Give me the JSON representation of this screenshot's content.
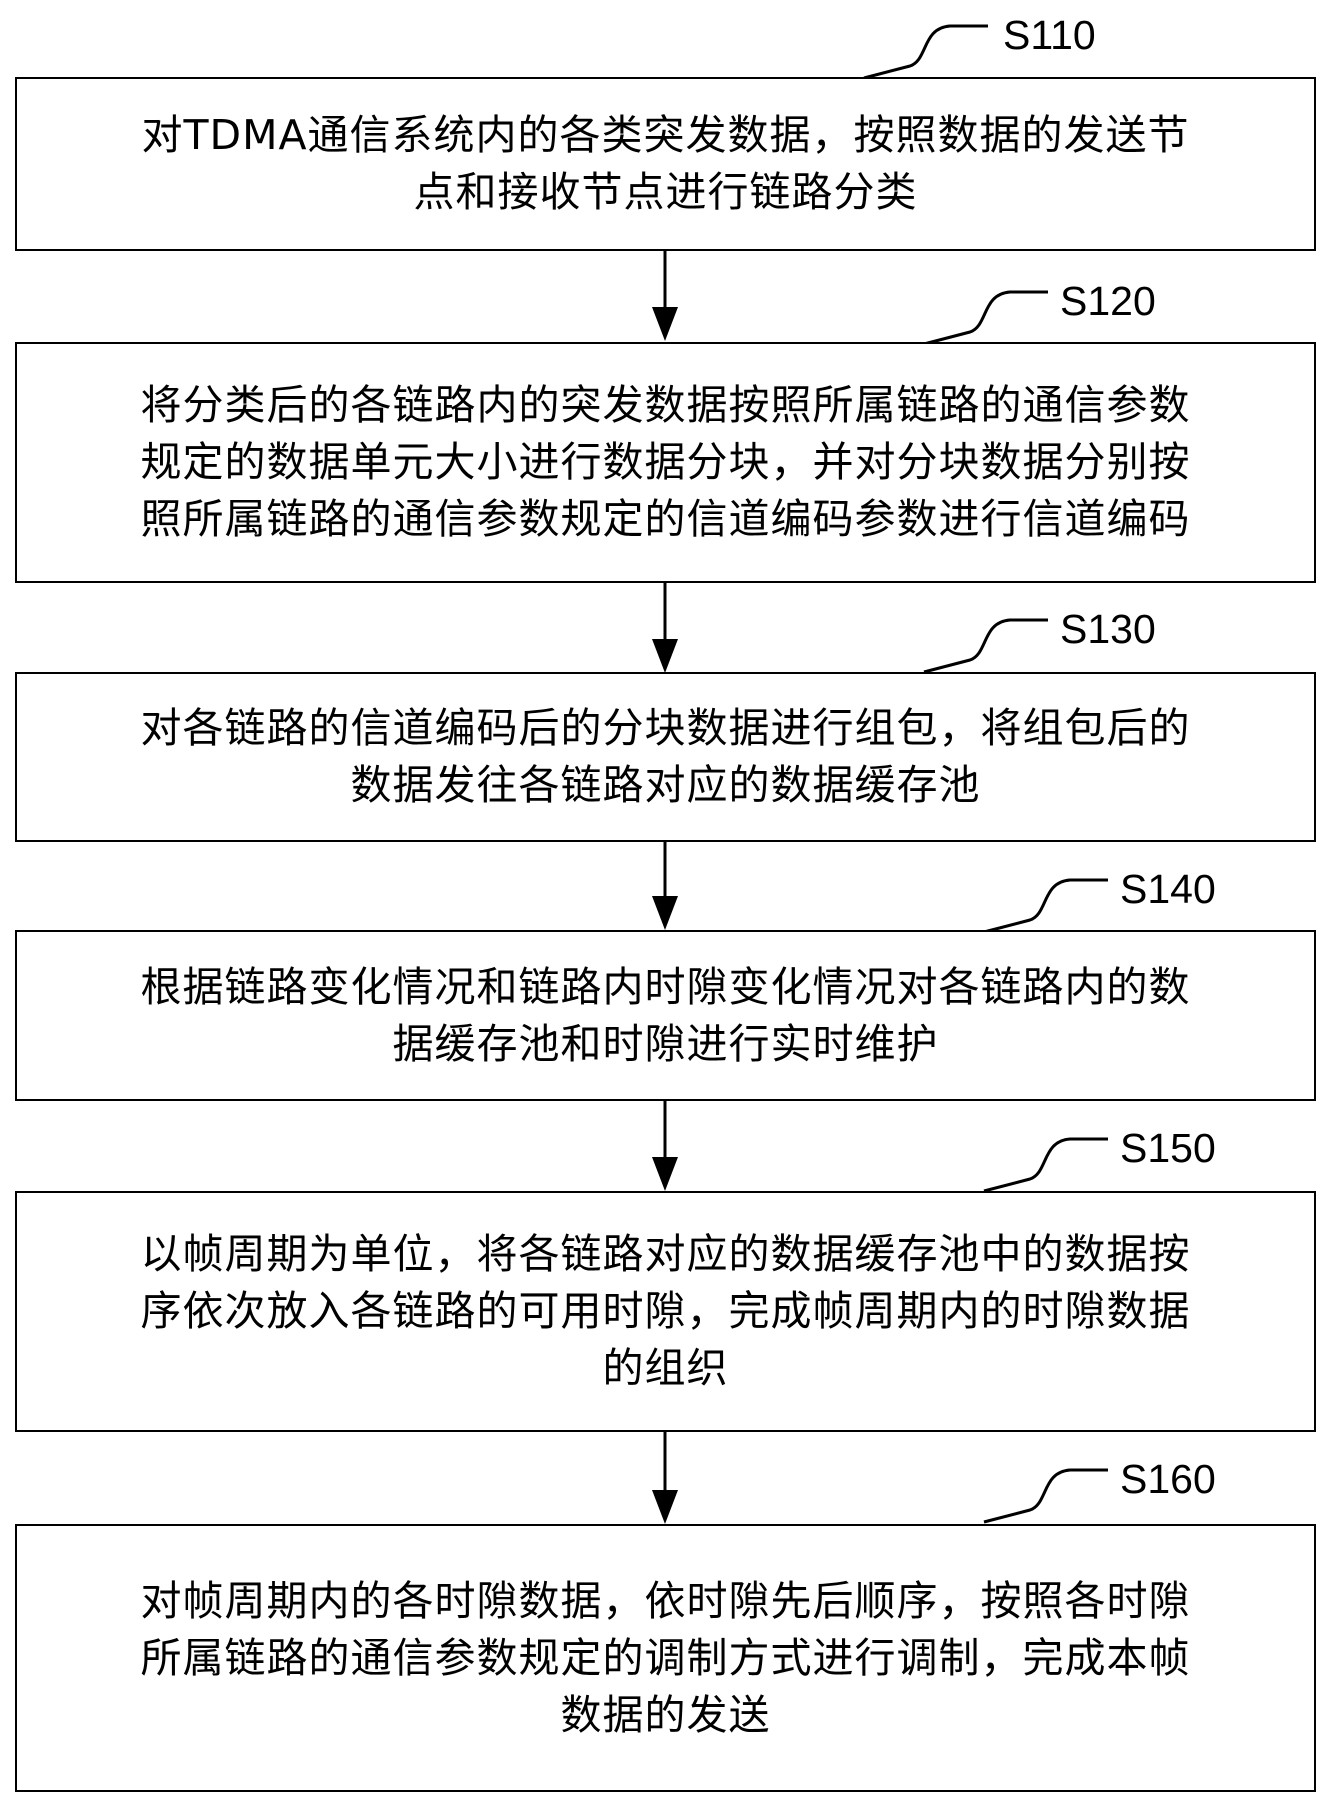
{
  "steps": [
    {
      "label": "S110",
      "lines": [
        "对TDMA通信系统内的各类突发数据，按照数据的发送节",
        "点和接收节点进行链路分类"
      ]
    },
    {
      "label": "S120",
      "lines": [
        "将分类后的各链路内的突发数据按照所属链路的通信参数",
        "规定的数据单元大小进行数据分块，并对分块数据分别按",
        "照所属链路的通信参数规定的信道编码参数进行信道编码"
      ]
    },
    {
      "label": "S130",
      "lines": [
        "对各链路的信道编码后的分块数据进行组包，将组包后的",
        "数据发往各链路对应的数据缓存池"
      ]
    },
    {
      "label": "S140",
      "lines": [
        "根据链路变化情况和链路内时隙变化情况对各链路内的数",
        "据缓存池和时隙进行实时维护"
      ]
    },
    {
      "label": "S150",
      "lines": [
        "以帧周期为单位，将各链路对应的数据缓存池中的数据按",
        "序依次放入各链路的可用时隙，完成帧周期内的时隙数据",
        "的组织"
      ]
    },
    {
      "label": "S160",
      "lines": [
        "对帧周期内的各时隙数据，依时隙先后顺序，按照各时隙",
        "所属链路的通信参数规定的调制方式进行调制，完成本帧",
        "数据的发送"
      ]
    }
  ]
}
